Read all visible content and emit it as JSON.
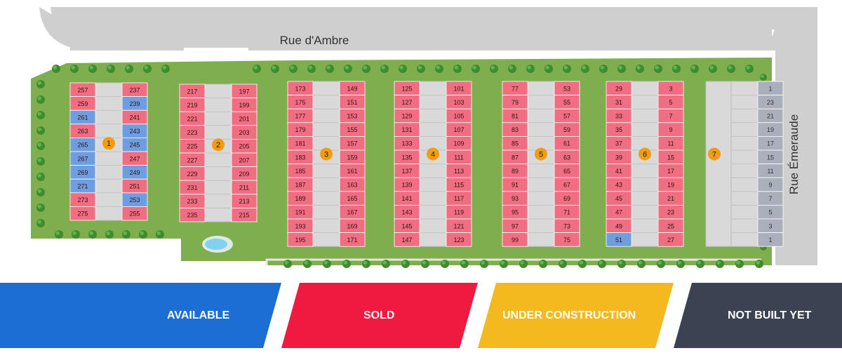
{
  "streets": {
    "top": "Rue d'Ambre",
    "right": "Rue Émeraude"
  },
  "colors": {
    "available": "#1c6ed4",
    "sold": "#f0193f",
    "under_construction": "#f4b91e",
    "not_built_yet": "#3b4252",
    "lot_sold": "#ef6e82",
    "lot_available": "#6f9ee0",
    "lot_not_built": "#a9b0bb",
    "lawn": "#7fae4e",
    "road": "#cfcfcf",
    "phase_marker": "#f39c12"
  },
  "legend": [
    {
      "key": "available",
      "label": "AVAILABLE"
    },
    {
      "key": "sold",
      "label": "SOLD"
    },
    {
      "key": "under_construction",
      "label": "UNDER CONSTRUCTION"
    },
    {
      "key": "not_built_yet",
      "label": "NOT BUILT YET"
    }
  ],
  "blocks": [
    {
      "phase": "1",
      "left": {
        "lots": [
          "257",
          "259",
          "261",
          "263",
          "265",
          "267",
          "269",
          "271",
          "273",
          "275"
        ],
        "status": [
          "sold",
          "sold",
          "available",
          "sold",
          "available",
          "available",
          "available",
          "available",
          "sold",
          "sold"
        ]
      },
      "right": {
        "lots": [
          "237",
          "239",
          "241",
          "243",
          "245",
          "247",
          "249",
          "251",
          "253",
          "255"
        ],
        "status": [
          "sold",
          "available",
          "sold",
          "available",
          "available",
          "sold",
          "available",
          "sold",
          "available",
          "sold"
        ]
      }
    },
    {
      "phase": "2",
      "left": {
        "lots": [
          "217",
          "219",
          "221",
          "223",
          "225",
          "227",
          "229",
          "231",
          "233",
          "235"
        ],
        "status": "sold"
      },
      "right": {
        "lots": [
          "197",
          "199",
          "201",
          "203",
          "205",
          "207",
          "209",
          "211",
          "213",
          "215"
        ],
        "status": "sold"
      }
    },
    {
      "phase": "3",
      "left": {
        "lots": [
          "173",
          "175",
          "177",
          "179",
          "181",
          "183",
          "185",
          "187",
          "189",
          "191",
          "193",
          "195"
        ],
        "status": "sold"
      },
      "right": {
        "lots": [
          "149",
          "151",
          "153",
          "155",
          "157",
          "159",
          "161",
          "163",
          "165",
          "167",
          "169",
          "171"
        ],
        "status": "sold"
      }
    },
    {
      "phase": "4",
      "left": {
        "lots": [
          "125",
          "127",
          "129",
          "131",
          "133",
          "135",
          "137",
          "139",
          "141",
          "143",
          "145",
          "147"
        ],
        "status": "sold"
      },
      "right": {
        "lots": [
          "101",
          "103",
          "105",
          "107",
          "109",
          "111",
          "113",
          "115",
          "117",
          "119",
          "121",
          "123"
        ],
        "status": "sold"
      }
    },
    {
      "phase": "5",
      "left": {
        "lots": [
          "77",
          "79",
          "81",
          "83",
          "85",
          "87",
          "89",
          "91",
          "93",
          "95",
          "97",
          "99"
        ],
        "status": "sold"
      },
      "right": {
        "lots": [
          "53",
          "55",
          "57",
          "59",
          "61",
          "63",
          "65",
          "67",
          "69",
          "71",
          "73",
          "75"
        ],
        "status": "sold"
      }
    },
    {
      "phase": "6",
      "left": {
        "lots": [
          "29",
          "31",
          "33",
          "35",
          "37",
          "39",
          "41",
          "43",
          "45",
          "47",
          "49",
          "51"
        ],
        "status": [
          "sold",
          "sold",
          "sold",
          "sold",
          "sold",
          "sold",
          "sold",
          "sold",
          "sold",
          "sold",
          "sold",
          "available"
        ]
      },
      "right": {
        "lots": [
          "3",
          "5",
          "7",
          "9",
          "11",
          "15",
          "17",
          "19",
          "21",
          "23",
          "25",
          "27"
        ],
        "status": "sold"
      }
    },
    {
      "phase": "7",
      "left": {
        "lots": [],
        "status": "not_built"
      },
      "right": {
        "lots": [
          "1",
          "23",
          "21",
          "19",
          "17",
          "15",
          "11",
          "9",
          "7",
          "5",
          "3",
          "1"
        ],
        "status": "not_built"
      }
    }
  ]
}
